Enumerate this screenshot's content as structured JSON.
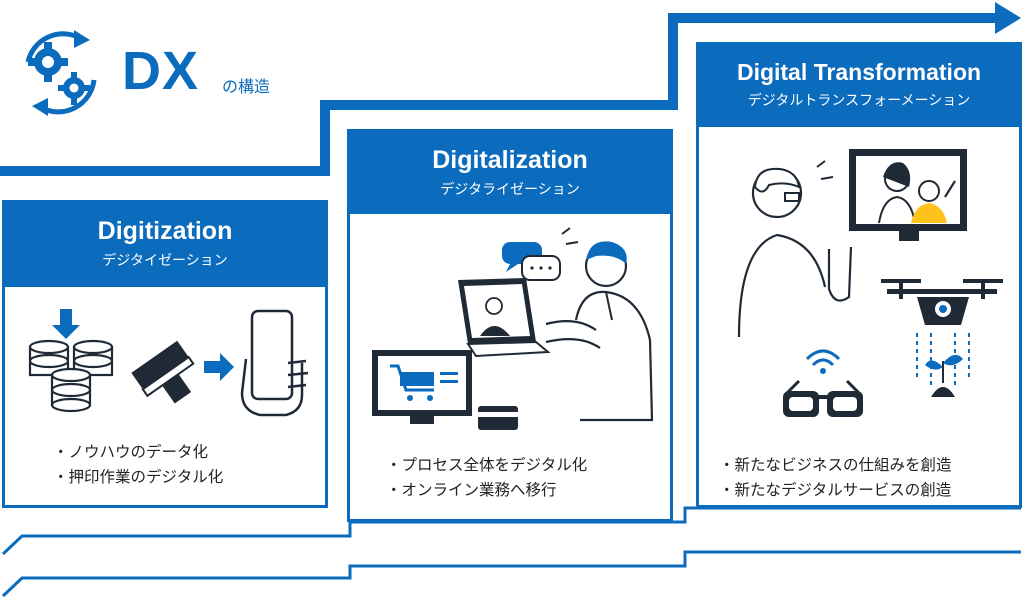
{
  "header": {
    "logo_text": "DX",
    "logo_subtitle": "の構造",
    "logo_icon": "gears-cycle-icon"
  },
  "stages": [
    {
      "title": "Digitization",
      "subtitle": "デジタイゼーション",
      "bullets": [
        "ノウハウのデータ化",
        "押印作業のデジタル化"
      ]
    },
    {
      "title": "Digitalization",
      "subtitle": "デジタライゼーション",
      "bullets": [
        "プロセス全体をデジタル化",
        "オンライン業務へ移行"
      ]
    },
    {
      "title": "Digital Transformation",
      "subtitle": "デジタルトランスフォーメーション",
      "bullets": [
        "新たなビジネスの仕組みを創造",
        "新たなデジタルサービスの創造"
      ]
    }
  ],
  "colors": {
    "primary": "#0b6bbd",
    "ink": "#1f2a36",
    "accent": "#ffc21a",
    "skin": "#ffffff"
  }
}
